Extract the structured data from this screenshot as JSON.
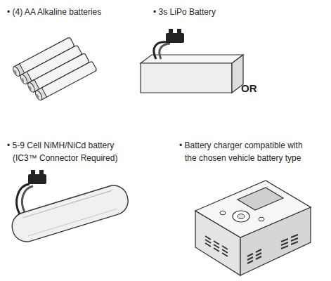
{
  "diagram": {
    "labels": [
      "• (4) AA Alkaline batteries",
      "• 3s LiPo Battery",
      "OR",
      "• 5-9 Cell NiMH/NiCd battery (IC3™ Connector Required)",
      "• Battery charger compatible with the chosen vehicle battery type"
    ]
  }
}
